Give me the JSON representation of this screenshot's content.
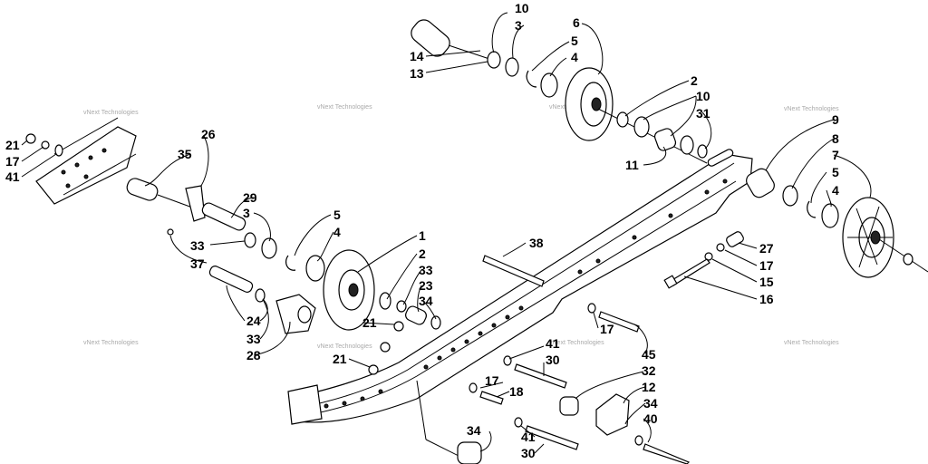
{
  "watermark": "vNext Technologies",
  "callouts": [
    "1",
    "2",
    "3",
    "4",
    "5",
    "6",
    "7",
    "8",
    "9",
    "10",
    "11",
    "12",
    "13",
    "14",
    "15",
    "16",
    "17",
    "18",
    "21",
    "23",
    "24",
    "26",
    "27",
    "28",
    "29",
    "30",
    "31",
    "32",
    "33",
    "34",
    "35",
    "37",
    "38",
    "40",
    "41",
    "45"
  ]
}
